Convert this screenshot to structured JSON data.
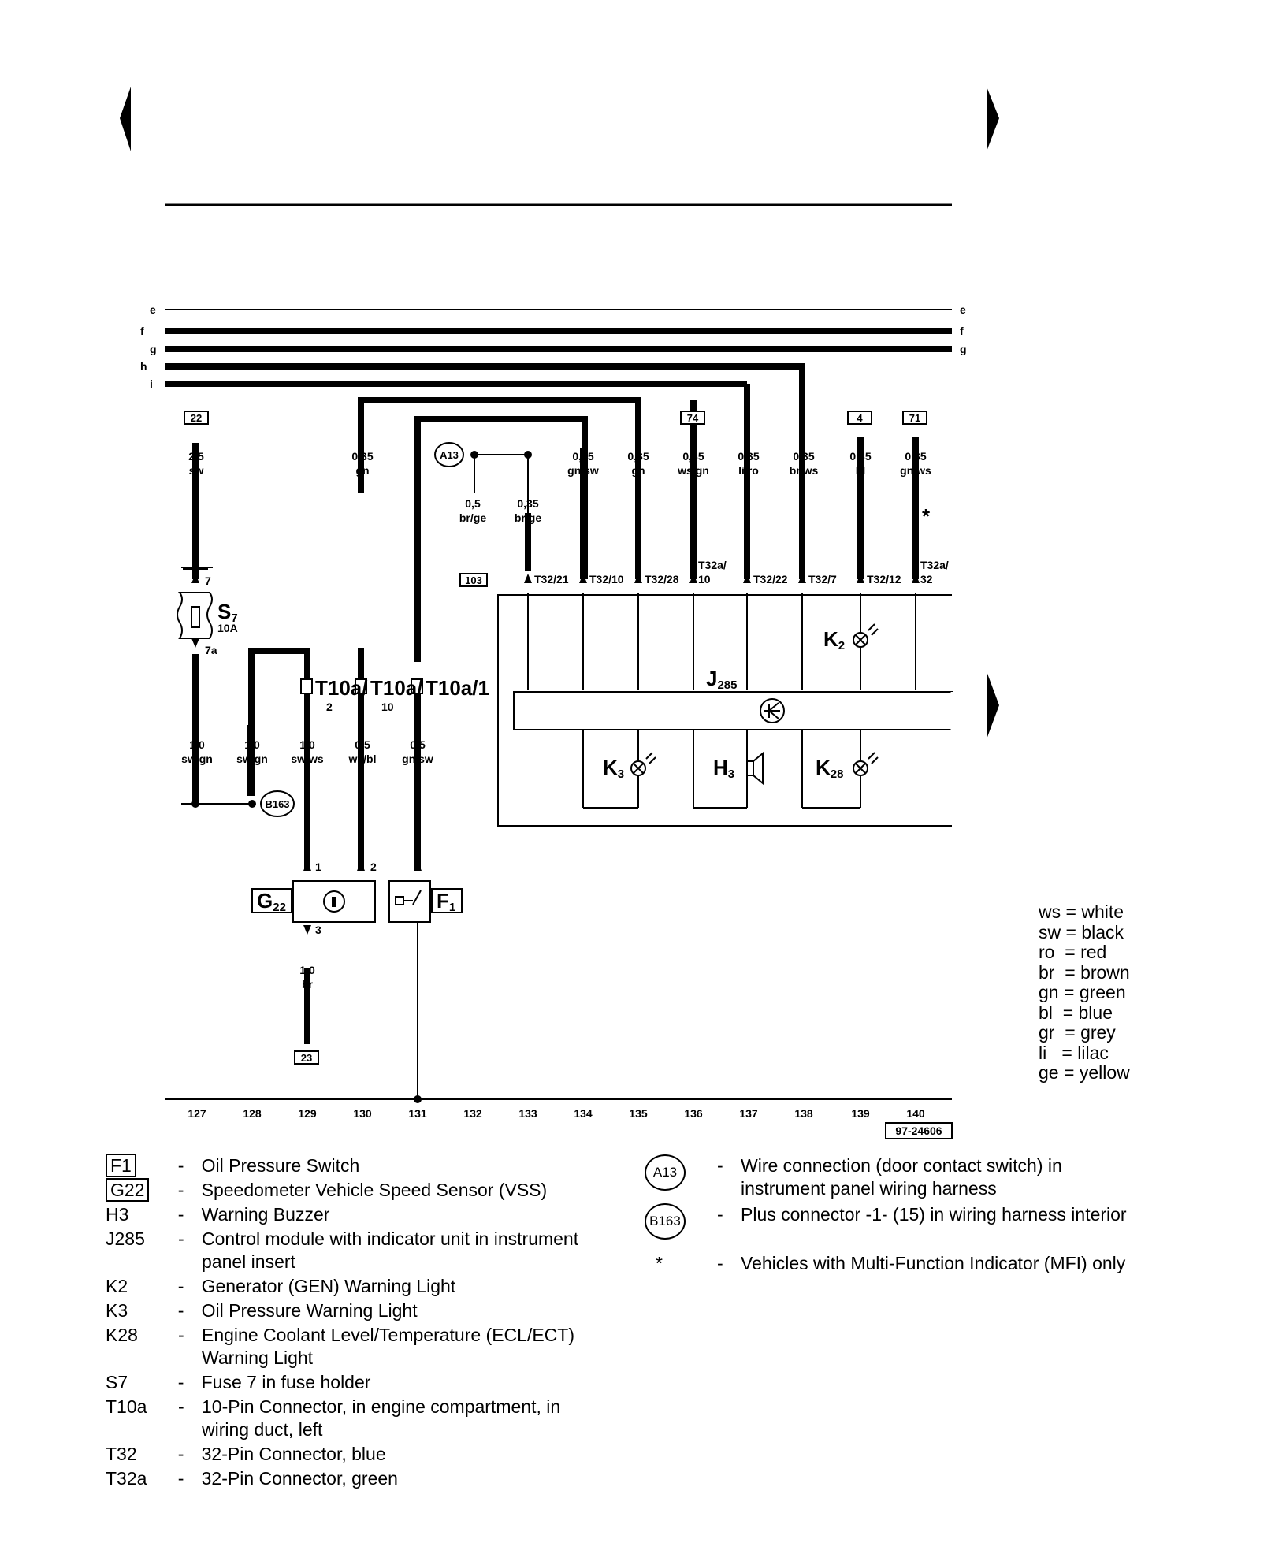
{
  "bus_labels": [
    "e",
    "f",
    "g",
    "h",
    "i"
  ],
  "columns": [
    "127",
    "128",
    "129",
    "130",
    "131",
    "132",
    "133",
    "134",
    "135",
    "136",
    "137",
    "138",
    "139",
    "140"
  ],
  "doc_ref": "97-24606",
  "ref_boxes": {
    "r22": "22",
    "r74": "74",
    "r4": "4",
    "r71": "71",
    "r103": "103",
    "r23": "23"
  },
  "wires": {
    "w127": [
      "2,5",
      "sw"
    ],
    "w130": [
      "0,35",
      "gn"
    ],
    "w133a": [
      "0,5",
      "br/ge"
    ],
    "w133b": [
      "0,35",
      "br/ge"
    ],
    "w134": [
      "0,35",
      "gn/sw"
    ],
    "w135": [
      "0,35",
      "gn"
    ],
    "w136": [
      "0,35",
      "ws/gn"
    ],
    "w137": [
      "0,35",
      "li/ro"
    ],
    "w138": [
      "0,35",
      "br/ws"
    ],
    "w139": [
      "0,35",
      "bl"
    ],
    "w140": [
      "0,35",
      "gn/ws"
    ],
    "low127": [
      "1,0",
      "sw/gn"
    ],
    "low128": [
      "1,0",
      "sw/gn"
    ],
    "low129": [
      "1,0",
      "sw/ws"
    ],
    "low130": [
      "0,5",
      "ws/bl"
    ],
    "low131": [
      "0,5",
      "gn/sw"
    ],
    "low_g22": [
      "1,0",
      "br"
    ]
  },
  "pins": {
    "t32_21": "T32/21",
    "t32_10": "T32/10",
    "t32_28": "T32/28",
    "t32a_10_a": "T32a/",
    "t32a_10_b": "10",
    "t32_22": "T32/22",
    "t32_7": "T32/7",
    "t32_12": "T32/12",
    "t32a_32_a": "T32a/",
    "t32a_32_b": "32",
    "s7_in": "7",
    "s7_out": "7a",
    "t10a_2_a": "T10a/",
    "t10a_2_b": "2",
    "t10a_10_a": "T10a/",
    "t10a_10_b": "10",
    "t10a_1": "T10a/1",
    "g22_1": "1",
    "g22_2": "2",
    "g22_3": "3",
    "star": "*"
  },
  "components": {
    "s7": "S",
    "s7_sub": "7",
    "s7_rating": "10A",
    "j285": "J",
    "j285_sub": "285",
    "k2": "K",
    "k2_sub": "2",
    "k3": "K",
    "k3_sub": "3",
    "h3": "H",
    "h3_sub": "3",
    "k28": "K",
    "k28_sub": "28",
    "g22": "G",
    "g22_sub": "22",
    "f1": "F",
    "f1_sub": "1",
    "a13": "A13",
    "b163": "B163"
  },
  "color_legend": [
    {
      "code": "ws",
      "name": "white"
    },
    {
      "code": "sw",
      "name": "black"
    },
    {
      "code": "ro",
      "name": "red"
    },
    {
      "code": "br",
      "name": "brown"
    },
    {
      "code": "gn",
      "name": "green"
    },
    {
      "code": "bl",
      "name": "blue"
    },
    {
      "code": "gr",
      "name": "grey"
    },
    {
      "code": "li",
      "name": "lilac"
    },
    {
      "code": "ge",
      "name": "yellow"
    }
  ],
  "key_left": [
    {
      "code": "F1",
      "desc": "Oil Pressure Switch"
    },
    {
      "code": "G22",
      "desc": "Speedometer Vehicle Speed Sensor (VSS)"
    },
    {
      "code": "H3",
      "desc": "Warning Buzzer"
    },
    {
      "code": "J285",
      "desc": "Control module with indicator unit in instrument panel insert"
    },
    {
      "code": "K2",
      "desc": "Generator (GEN) Warning Light"
    },
    {
      "code": "K3",
      "desc": "Oil Pressure Warning Light"
    },
    {
      "code": "K28",
      "desc": "Engine Coolant Level/Temperature (ECL/ECT) Warning Light"
    },
    {
      "code": "S7",
      "desc": "Fuse 7 in fuse holder"
    },
    {
      "code": "T10a",
      "desc": "10-Pin Connector, in engine compartment, in wiring duct, left"
    },
    {
      "code": "T32",
      "desc": "32-Pin Connector, blue"
    },
    {
      "code": "T32a",
      "desc": "32-Pin Connector, green"
    }
  ],
  "key_right": [
    {
      "code": "A13",
      "desc": "Wire connection (door contact switch) in instrument panel wiring harness"
    },
    {
      "code": "B163",
      "desc": "Plus connector -1- (15) in wiring harness interior"
    },
    {
      "code": "*",
      "desc": "Vehicles with Multi-Function Indicator (MFI) only"
    }
  ],
  "dash": "-",
  "eq": "="
}
